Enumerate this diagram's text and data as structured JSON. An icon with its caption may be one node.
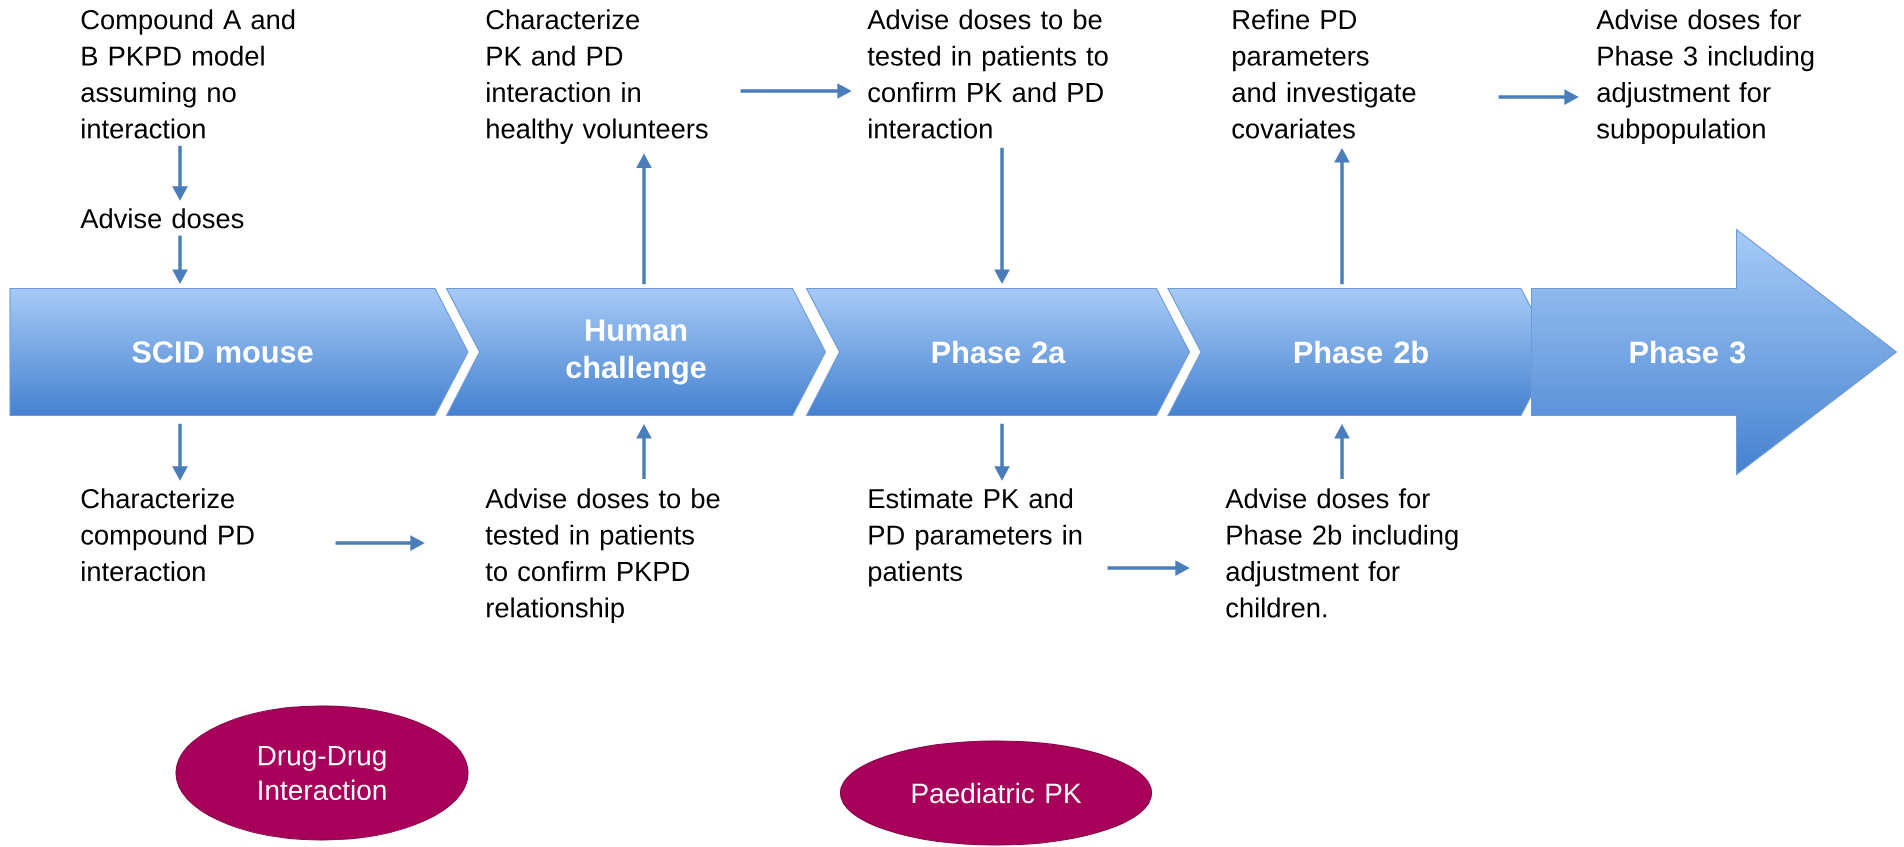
{
  "diagram": {
    "nodes": [
      {
        "text": [
          "SCID mouse"
        ]
      },
      {
        "text": [
          "Human challenge"
        ]
      },
      {
        "text": [
          "Phase 2a"
        ]
      },
      {
        "text": [
          "Phase 2b"
        ]
      },
      {
        "text": [
          "Phase 3"
        ]
      },
      {
        "text": [
          "Compound A and B PKPD model assuming no interaction"
        ]
      },
      {
        "text": [
          "Advise doses"
        ]
      },
      {
        "text": [
          "Characterize compound PD interaction"
        ]
      },
      {
        "text": [
          "Characterize PK and PD interaction in healthy volunteers"
        ]
      },
      {
        "text": [
          "Advise doses to be tested in patients to confirm PKPD relationship"
        ]
      },
      {
        "text": [
          "Advise doses to be tested in patients to confirm PK and PD interaction"
        ]
      },
      {
        "text": [
          "Estimate PK and PD parameters in patients"
        ]
      },
      {
        "text": [
          "Refine PD parameters and investigate covariates"
        ]
      },
      {
        "text": [
          "Advise doses for Phase 2b including adjustment for children."
        ]
      },
      {
        "text": [
          "Advise doses for Phase 3 including adjustment for subpopulation"
        ]
      },
      {
        "text": [
          "Drug-Drug Interaction"
        ]
      },
      {
        "text": [
          "Paediatric PK"
        ]
      }
    ],
    "edges": [
      {
        "from": 5,
        "to": 6,
        "arrow": "to"
      },
      {
        "from": 6,
        "to": 0,
        "arrow": "to"
      },
      {
        "from": 0,
        "to": 7,
        "arrow": "to"
      },
      {
        "from": 7,
        "to": 9,
        "arrow": "to"
      },
      {
        "from": 9,
        "to": 1,
        "arrow": "to"
      },
      {
        "from": 1,
        "to": 8,
        "arrow": "to"
      },
      {
        "from": 8,
        "to": 10,
        "arrow": "to"
      },
      {
        "from": 10,
        "to": 2,
        "arrow": "to"
      },
      {
        "from": 2,
        "to": 11,
        "arrow": "to"
      },
      {
        "from": 11,
        "to": 13,
        "arrow": "to"
      },
      {
        "from": 13,
        "to": 3,
        "arrow": "to"
      },
      {
        "from": 3,
        "to": 12,
        "arrow": "to"
      },
      {
        "from": 12,
        "to": 14,
        "arrow": "to"
      }
    ]
  }
}
